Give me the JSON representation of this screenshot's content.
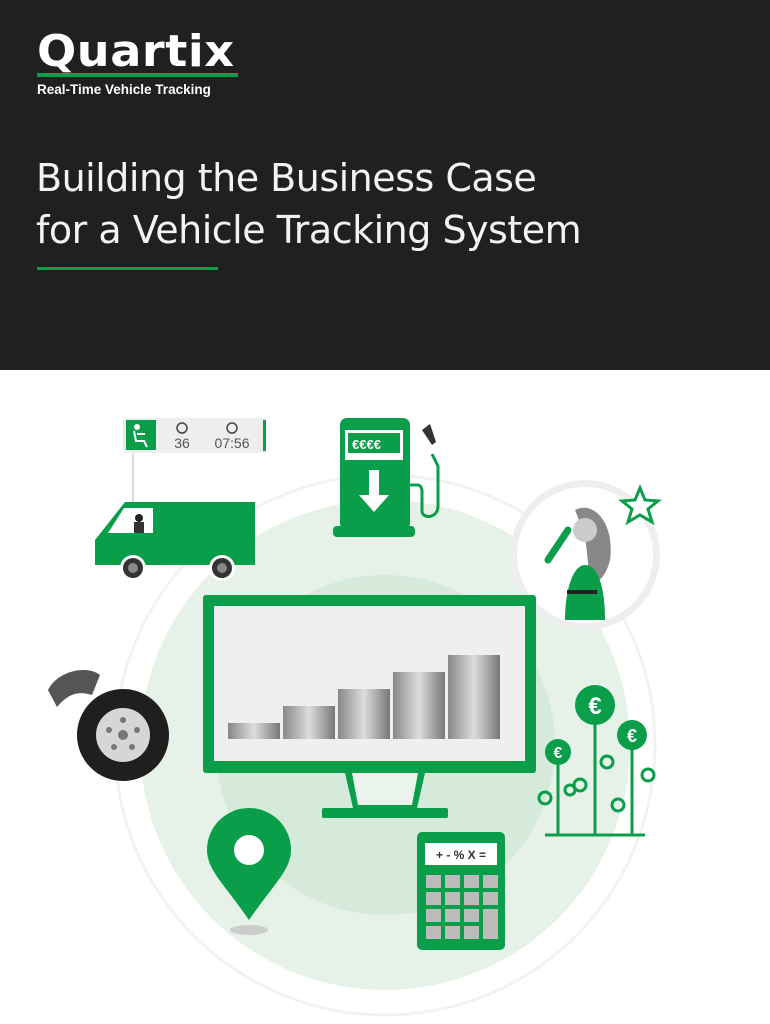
{
  "brand": {
    "name": "Quartix",
    "tagline": "Real-Time Vehicle Tracking"
  },
  "title": {
    "line1": "Building the Business Case",
    "line2": "for a Vehicle Tracking System"
  },
  "illustration": {
    "driver_sign": {
      "speed": "36",
      "time": "07:56"
    },
    "calculator_display": "+ - % X =",
    "currency_symbol": "€",
    "accent_color": "#0a9e4a"
  }
}
